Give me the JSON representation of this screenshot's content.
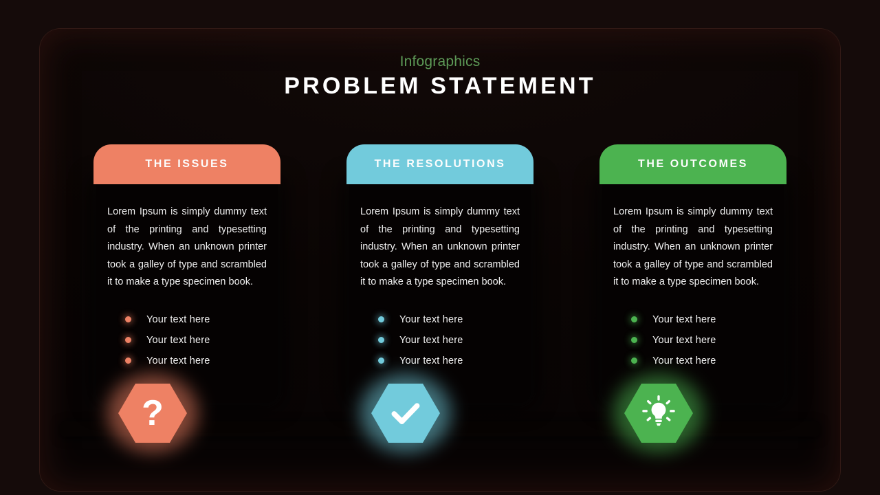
{
  "slide": {
    "eyebrow": "Infographics",
    "title": "PROBLEM STATEMENT",
    "background_color": "#150b0a",
    "panel_color": "#0a0504",
    "eyebrow_color": "#5d9a57",
    "title_color": "#ffffff",
    "base_bar_color": "#070302"
  },
  "columns": [
    {
      "header_label": "THE ISSUES",
      "accent_color": "#ee8164",
      "paragraph": "Lorem Ipsum is simply dummy text of the printing and typesetting industry. When an unknown printer took a galley of type and scrambled it to make a type specimen book.",
      "bullets": [
        {
          "label": "Your  text here"
        },
        {
          "label": "Your  text here"
        },
        {
          "label": "Your  text here"
        }
      ],
      "icon": {
        "name": "question-mark-icon",
        "glyph": "?"
      }
    },
    {
      "header_label": "THE RESOLUTIONS",
      "accent_color": "#72cbdc",
      "paragraph": "Lorem Ipsum is simply dummy text of the printing and typesetting industry. When an unknown printer took a galley of type and scrambled it to make a type specimen book.",
      "bullets": [
        {
          "label": "Your  text here"
        },
        {
          "label": "Your  text here"
        },
        {
          "label": "Your  text here"
        }
      ],
      "icon": {
        "name": "check-mark-icon",
        "glyph": "check"
      }
    },
    {
      "header_label": "THE OUTCOMES",
      "accent_color": "#4cb350",
      "paragraph": "Lorem Ipsum is simply dummy text of the printing and typesetting industry. When an unknown printer took a galley of type and scrambled it to make a type specimen book.",
      "bullets": [
        {
          "label": "Your  text here"
        },
        {
          "label": "Your  text here"
        },
        {
          "label": "Your  text here"
        }
      ],
      "icon": {
        "name": "lightbulb-icon",
        "glyph": "bulb"
      }
    }
  ]
}
